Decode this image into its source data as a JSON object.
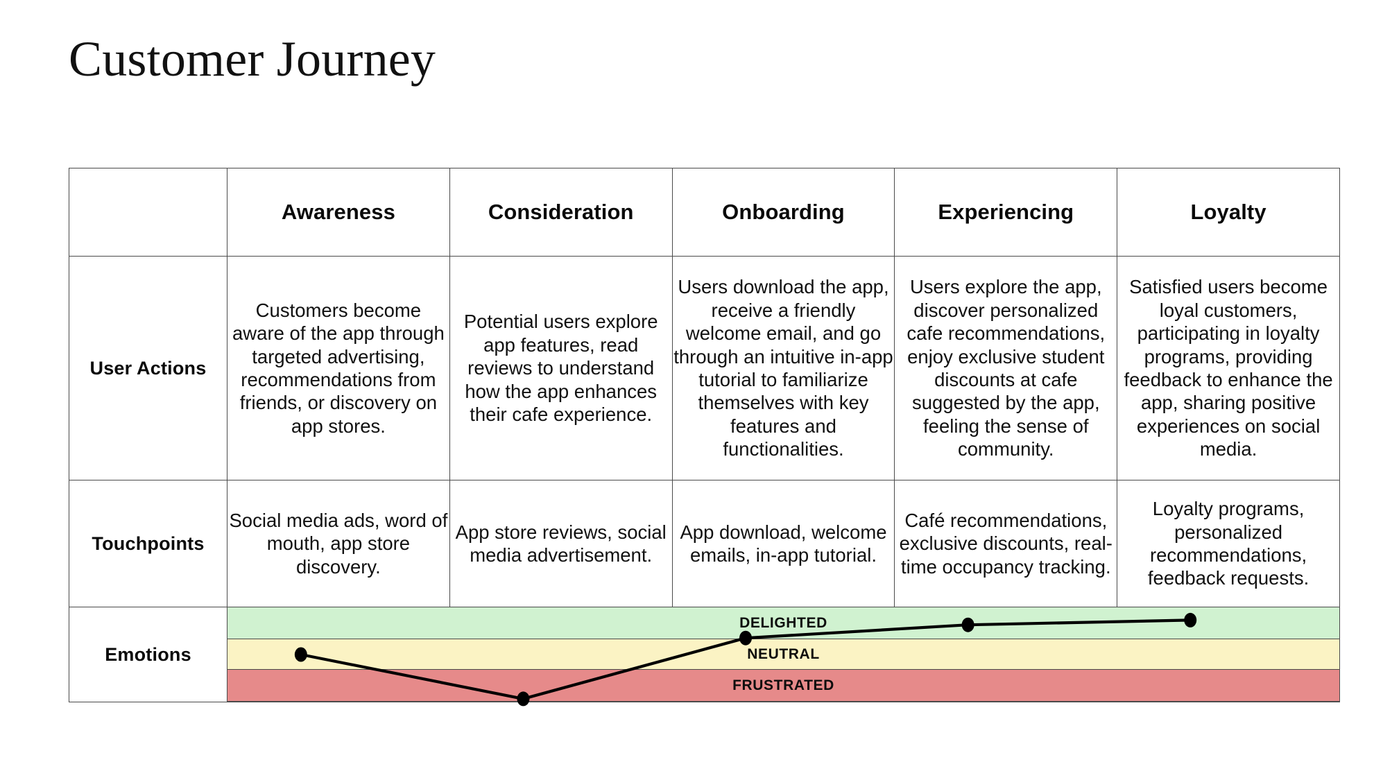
{
  "title": "Customer Journey",
  "table": {
    "corner_label": "",
    "stages": [
      "Awareness",
      "Consideration",
      "Onboarding",
      "Experiencing",
      "Loyalty"
    ],
    "rows": [
      {
        "label": "User Actions",
        "cells": [
          "Customers become aware of the app through targeted advertising, recommendations from friends, or discovery on app stores.",
          "Potential users explore app features, read reviews to understand how the app enhances their cafe experience.",
          "Users download the app, receive a friendly welcome email, and go through an intuitive in-app tutorial to familiarize themselves with key features and functionalities.",
          "Users explore the app, discover personalized cafe recommendations, enjoy exclusive student discounts at cafe suggested by the app, feeling the sense of community.",
          "Satisfied users become loyal customers, participating in loyalty programs, providing feedback to enhance the app, sharing positive experiences on social media."
        ]
      },
      {
        "label": "Touchpoints",
        "cells": [
          "Social media ads, word of mouth, app store discovery.",
          "App store reviews, social media advertisement.",
          "App download, welcome emails, in-app tutorial.",
          "Café recommendations, exclusive discounts, real-time occupancy tracking.",
          "Loyalty programs, personalized recommendations, feedback requests."
        ]
      }
    ],
    "emotions": {
      "label": "Emotions",
      "bands": [
        {
          "name": "DELIGHTED",
          "color": "#d0f2d0"
        },
        {
          "name": "NEUTRAL",
          "color": "#fbf3c4"
        },
        {
          "name": "FRUSTRATED",
          "color": "#e68a8a"
        }
      ]
    }
  },
  "chart_data": {
    "type": "line",
    "title": "Emotions",
    "xlabel": "",
    "ylabel": "",
    "categories": [
      "Awareness",
      "Consideration",
      "Onboarding",
      "Experiencing",
      "Loyalty"
    ],
    "levels": [
      "FRUSTRATED",
      "NEUTRAL",
      "DELIGHTED"
    ],
    "values": [
      "NEUTRAL",
      "FRUSTRATED",
      "DELIGHTED",
      "DELIGHTED",
      "DELIGHTED"
    ],
    "y_fraction": [
      0.5,
      0.97,
      0.325,
      0.185,
      0.135
    ],
    "marker": "circle",
    "line_color": "#000000",
    "grid": false,
    "legend": "none"
  }
}
